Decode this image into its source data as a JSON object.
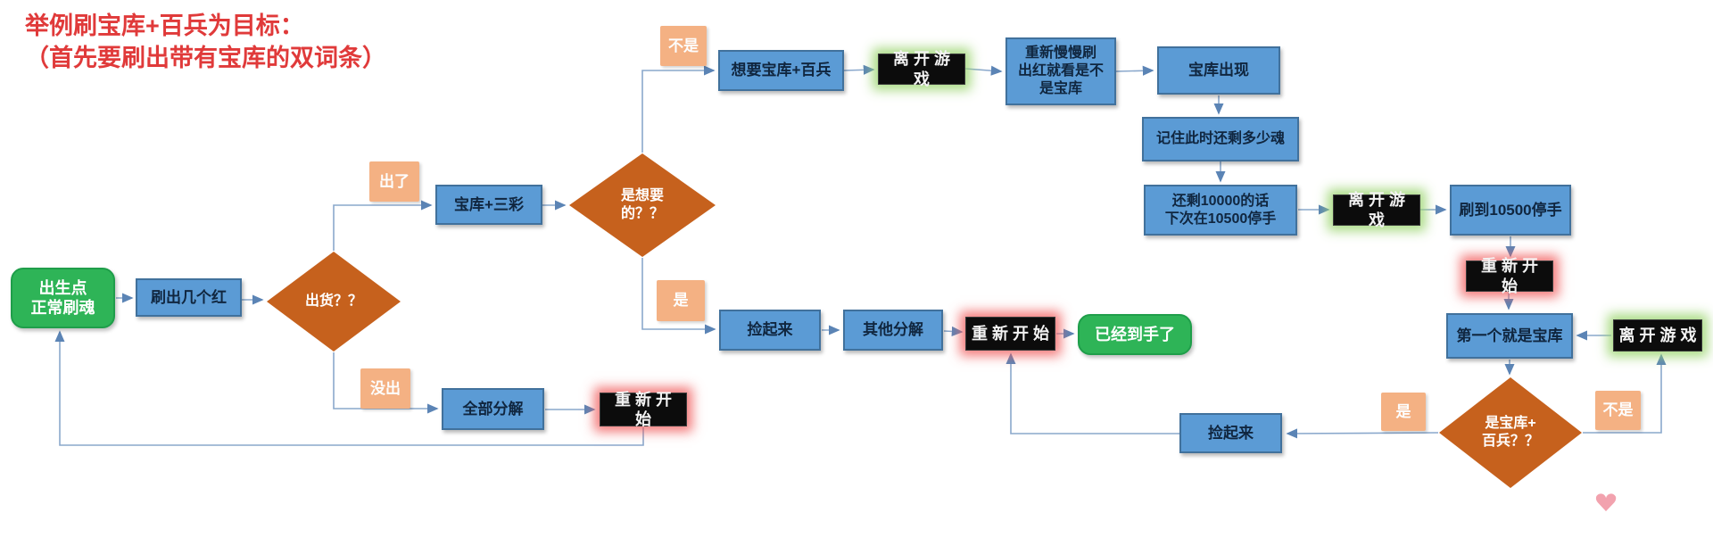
{
  "title": {
    "line1": "举例刷宝库+百兵为目标：",
    "line2": "（首先要刷出带有宝库的双词条）"
  },
  "nodes": {
    "start": "出生点\n正常刷魂",
    "shua_red": "刷出几个红",
    "d_chuhuo": "出货？？",
    "tag_chule": "出了",
    "baoku_sancai": "宝库+三彩",
    "d_xiangyao": "是想要\n的？？",
    "tag_bushi_top": "不是",
    "want": "想要宝库+百兵",
    "leave1": "离开游戏",
    "slow": "重新慢慢刷\n出红就看是不\n是宝库",
    "appear": "宝库出现",
    "remember": "记住此时还剩多少魂",
    "n10000": "还剩10000的话\n下次在10500停手",
    "leave2": "离开游戏",
    "n10500": "刷到10500停手",
    "restart_right": "重新开始",
    "first": "第一个就是宝库",
    "leave3": "离开游戏",
    "d_isbaoku": "是宝库+\n百兵？？",
    "tag_shi_right": "是",
    "tag_bushi_right": "不是",
    "pickup_bottom": "捡起来",
    "tag_shi_mid": "是",
    "pickup_mid": "捡起来",
    "qita": "其他分解",
    "restart_mid": "重新开始",
    "done": "已经到手了",
    "tag_meichu": "没出",
    "quanbu": "全部分解",
    "restart_bottom": "重新开始"
  },
  "icons": {
    "heart": "♥"
  },
  "colors": {
    "process_fill": "#5b9bd5",
    "process_border": "#41719c",
    "terminal_green": "#2eb457",
    "decision_orange": "#c6611d",
    "tag_peach": "#f4b183",
    "action_black": "#0c0c0c",
    "glow_green": "#9bd570",
    "glow_red": "#f05a5a",
    "connector": "#8aa8cc",
    "title_red": "#e03a3a",
    "heart_pink": "#f2a2ae"
  }
}
